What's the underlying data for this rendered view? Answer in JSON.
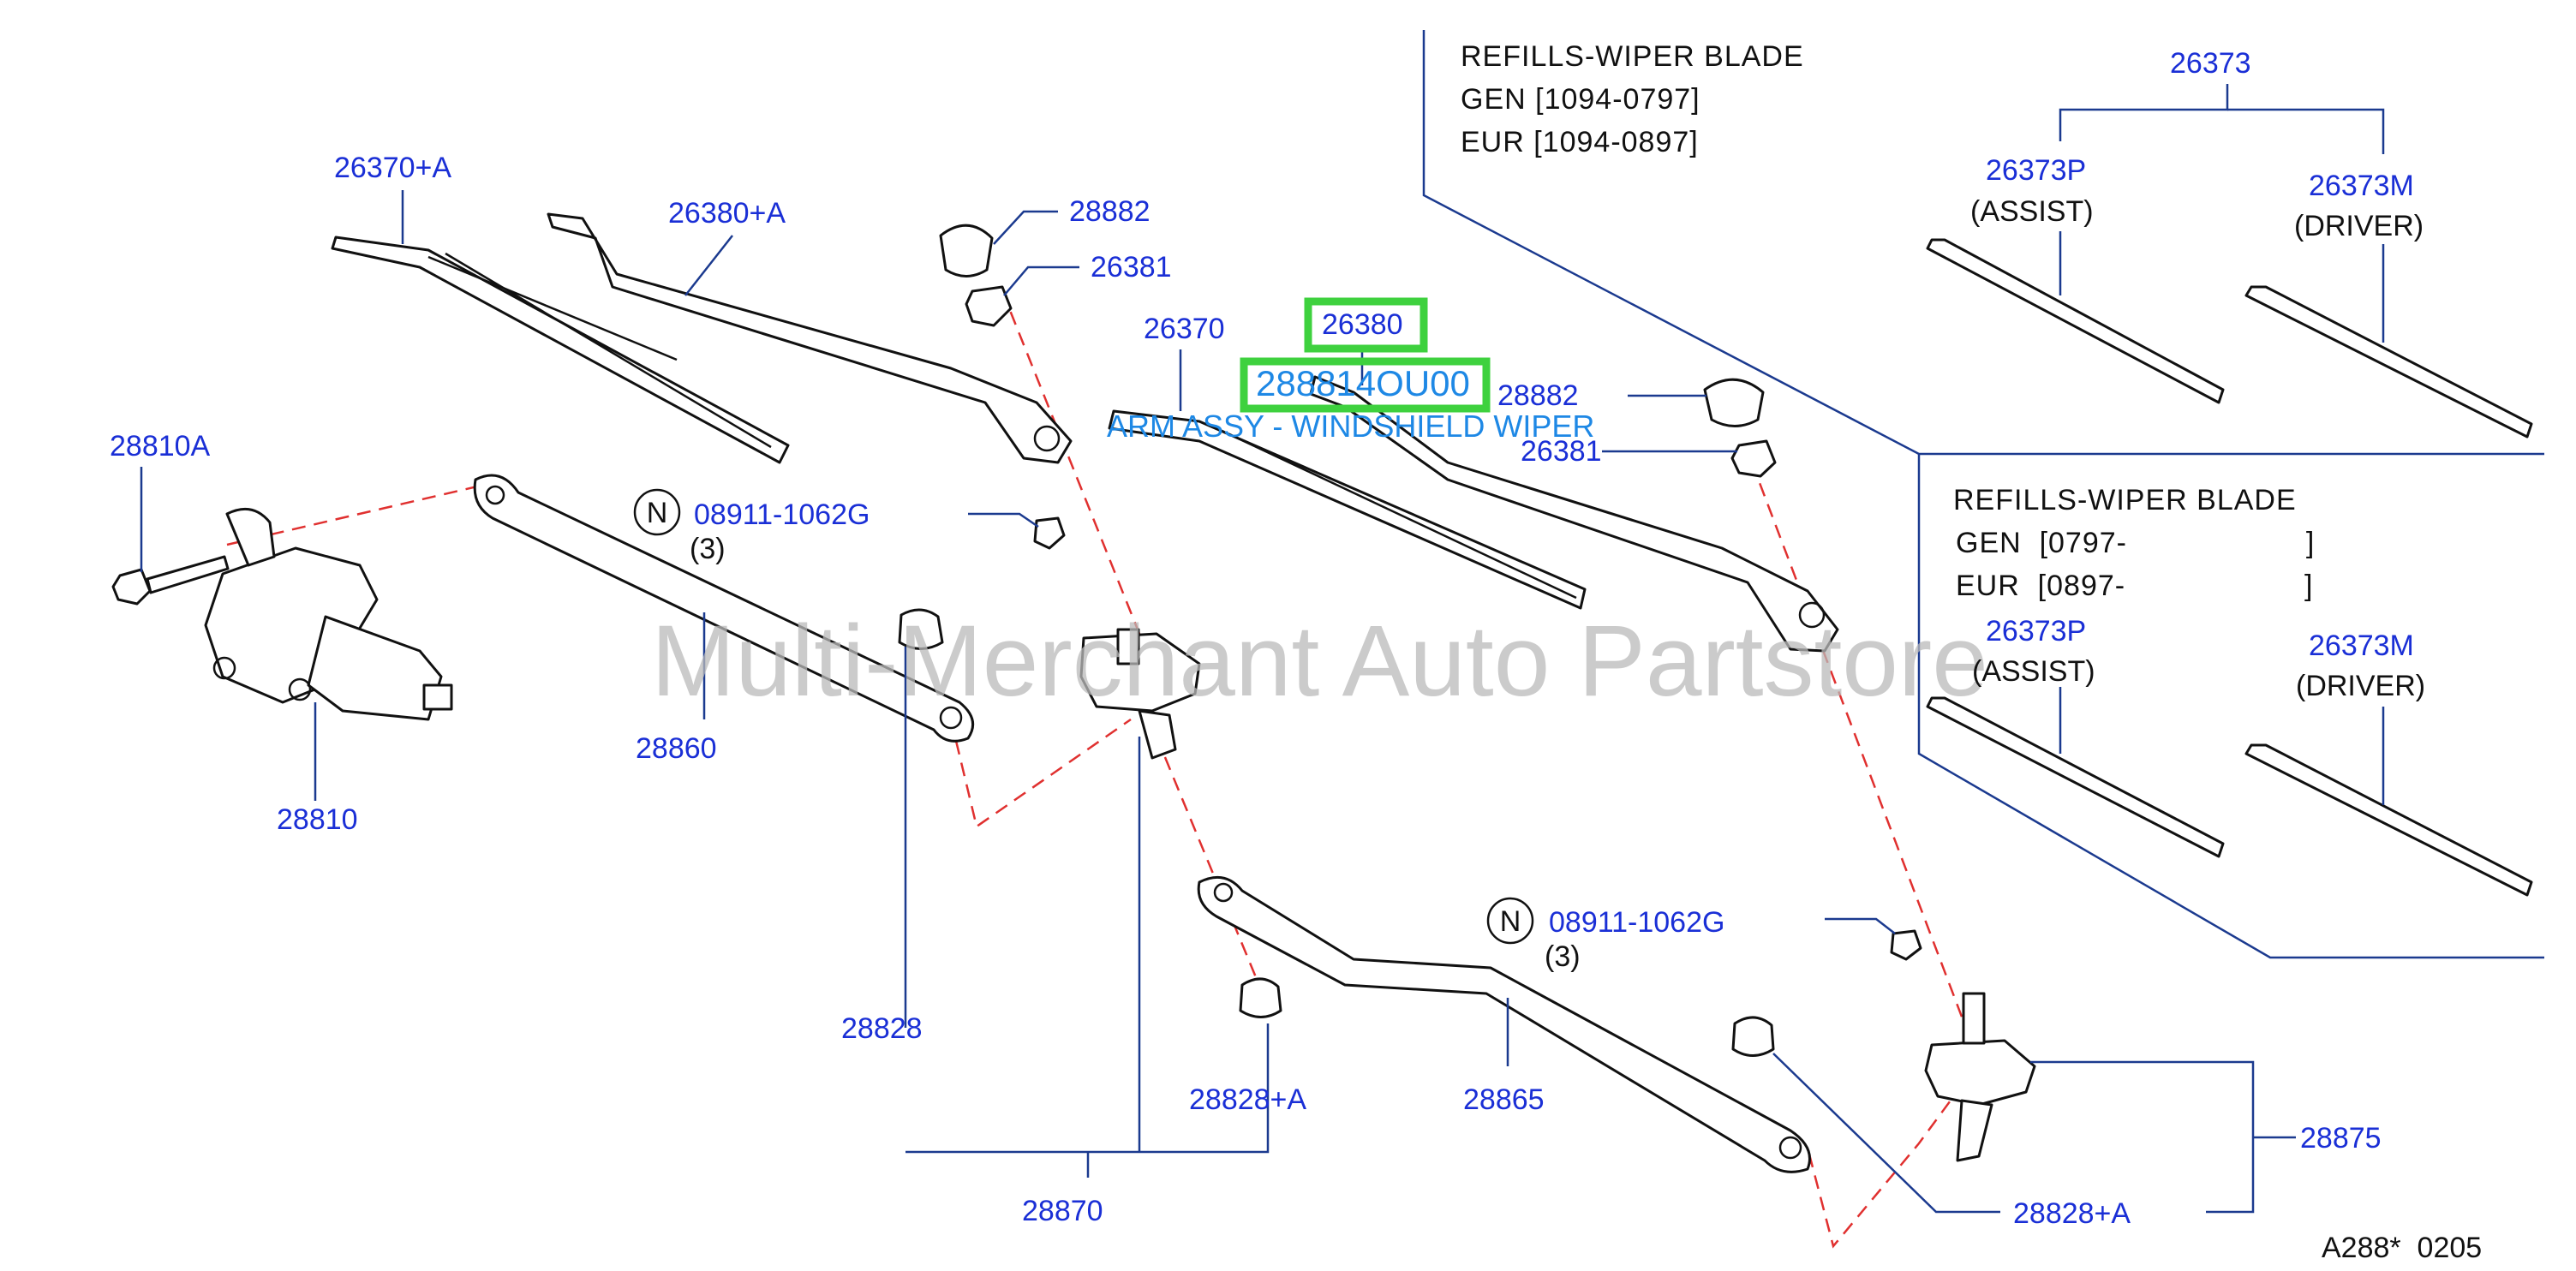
{
  "labels": {
    "p26370A": "26370+A",
    "p26380A": "26380+A",
    "p28882a": "28882",
    "p26381a": "26381",
    "p26370": "26370",
    "p26380": "26380",
    "p28882b": "28882",
    "p26381b": "26381",
    "p28810A": "28810A",
    "p28810": "28810",
    "p28860": "28860",
    "p08911a": "08911-1062G",
    "p08911a_qty": "(3)",
    "p08911b": "08911-1062G",
    "p08911b_qty": "(3)",
    "n_a": "N",
    "n_b": "N",
    "p28828": "28828",
    "p28828Aa": "28828+A",
    "p28828Ab": "28828+A",
    "p28870": "28870",
    "p28865": "28865",
    "p28875": "28875",
    "p26373": "26373",
    "p26373P_top": "26373P",
    "p26373M_top": "26373M",
    "p26373P_bot": "26373P",
    "p26373M_bot": "26373M",
    "assist_top": "(ASSIST)",
    "driver_top": "(DRIVER)",
    "assist_bot": "(ASSIST)",
    "driver_bot": "(DRIVER)"
  },
  "notes": {
    "top_title": "REFILLS-WIPER  BLADE",
    "top_gen": "GEN  [1094-0797]",
    "top_eur": "EUR  [1094-0897]",
    "bot_title": "REFILLS-WIPER  BLADE",
    "bot_gen": "GEN  [0797-                    ]",
    "bot_eur": "EUR  [0897-                    ]"
  },
  "highlight": {
    "part_number": "288814OU00",
    "description": "ARM ASSY - WINDSHIELD WIPER"
  },
  "watermark": "Multi-Merchant Auto Partstore",
  "diagram_code": "A288*  0205",
  "colors": {
    "part_label": "#1a2fd6",
    "leader": "#1b3a8f",
    "phantom_line": "#e0302f",
    "highlight_box": "#3ed13e",
    "highlight_text": "#1e88e5"
  }
}
